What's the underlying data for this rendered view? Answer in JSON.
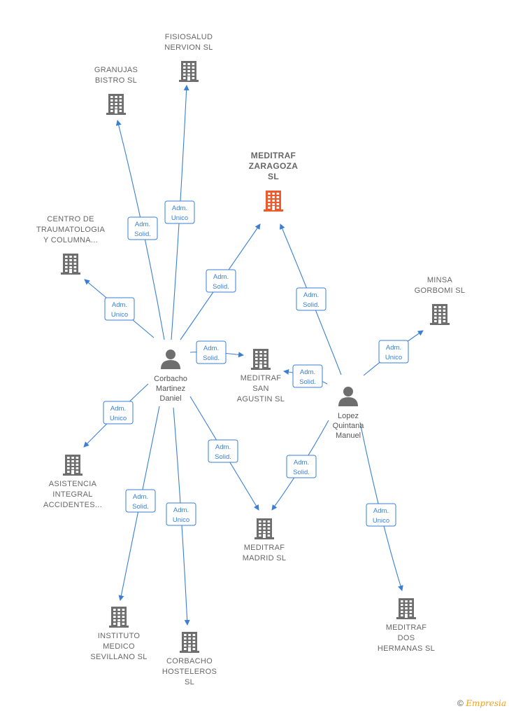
{
  "colors": {
    "edge": "#3a7fd5",
    "building": "#6e6e6e",
    "building_focus": "#ef5a2d",
    "person": "#6e6e6e"
  },
  "companies": [
    {
      "id": "fisiosalud",
      "lines": [
        "FISIOSALUD",
        "NERVION SL"
      ],
      "focus": false
    },
    {
      "id": "granujas",
      "lines": [
        "GRANUJAS",
        "BISTRO  SL"
      ],
      "focus": false
    },
    {
      "id": "meditraf_zaragoza",
      "lines": [
        "MEDITRAF",
        "ZARAGOZA",
        "SL"
      ],
      "focus": true
    },
    {
      "id": "centro",
      "lines": [
        "CENTRO DE",
        "TRAUMATOLOGIA",
        "Y COLUMNA..."
      ],
      "focus": false
    },
    {
      "id": "minsa",
      "lines": [
        "MINSA",
        "GORBOMI  SL"
      ],
      "focus": false
    },
    {
      "id": "meditraf_san_agustin",
      "lines": [
        "MEDITRAF",
        "SAN",
        "AGUSTIN  SL"
      ],
      "focus": false
    },
    {
      "id": "asistencia",
      "lines": [
        "ASISTENCIA",
        "INTEGRAL",
        "ACCIDENTES..."
      ],
      "focus": false
    },
    {
      "id": "meditraf_madrid",
      "lines": [
        "MEDITRAF",
        "MADRID  SL"
      ],
      "focus": false
    },
    {
      "id": "instituto",
      "lines": [
        "INSTITUTO",
        "MEDICO",
        "SEVILLANO  SL"
      ],
      "focus": false
    },
    {
      "id": "corbacho_hosteleros",
      "lines": [
        "CORBACHO",
        "HOSTELEROS",
        "SL"
      ],
      "focus": false
    },
    {
      "id": "meditraf_dos_hermanas",
      "lines": [
        "MEDITRAF",
        "DOS",
        "HERMANAS  SL"
      ],
      "focus": false
    }
  ],
  "people": [
    {
      "id": "corbacho",
      "lines": [
        "Corbacho",
        "Martinez",
        "Daniel"
      ]
    },
    {
      "id": "lopez",
      "lines": [
        "Lopez",
        "Quintana",
        "Manuel"
      ]
    }
  ],
  "edges": [
    {
      "from": "corbacho",
      "to": "fisiosalud",
      "label": [
        "Adm.",
        "Unico"
      ]
    },
    {
      "from": "corbacho",
      "to": "granujas",
      "label": [
        "Adm.",
        "Solid."
      ]
    },
    {
      "from": "corbacho",
      "to": "meditraf_zaragoza",
      "label": [
        "Adm.",
        "Solid."
      ]
    },
    {
      "from": "corbacho",
      "to": "centro",
      "label": [
        "Adm.",
        "Unico"
      ]
    },
    {
      "from": "corbacho",
      "to": "meditraf_san_agustin",
      "label": [
        "Adm.",
        "Solid."
      ]
    },
    {
      "from": "corbacho",
      "to": "asistencia",
      "label": [
        "Adm.",
        "Unico"
      ]
    },
    {
      "from": "corbacho",
      "to": "meditraf_madrid",
      "label": [
        "Adm.",
        "Solid."
      ]
    },
    {
      "from": "corbacho",
      "to": "instituto",
      "label": [
        "Adm.",
        "Solid."
      ]
    },
    {
      "from": "corbacho",
      "to": "corbacho_hosteleros",
      "label": [
        "Adm.",
        "Unico"
      ]
    },
    {
      "from": "lopez",
      "to": "meditraf_zaragoza",
      "label": [
        "Adm.",
        "Solid."
      ]
    },
    {
      "from": "lopez",
      "to": "minsa",
      "label": [
        "Adm.",
        "Unico"
      ]
    },
    {
      "from": "lopez",
      "to": "meditraf_san_agustin",
      "label": [
        "Adm.",
        "Solid."
      ]
    },
    {
      "from": "lopez",
      "to": "meditraf_madrid",
      "label": [
        "Adm.",
        "Solid."
      ]
    },
    {
      "from": "lopez",
      "to": "meditraf_dos_hermanas",
      "label": [
        "Adm.",
        "Unico"
      ]
    }
  ],
  "footer": {
    "copyright": "©",
    "brand": "Empresia"
  }
}
